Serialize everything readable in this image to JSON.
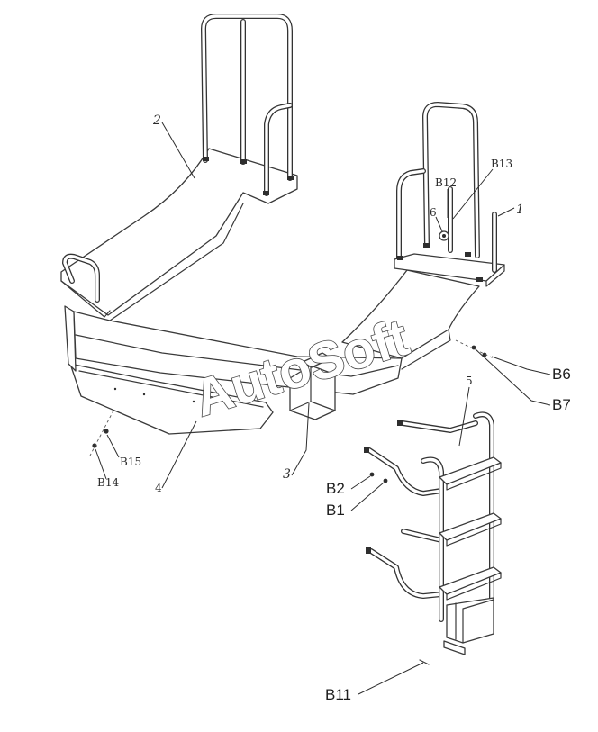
{
  "watermark": "AutoSoft",
  "callouts": {
    "p1": "1",
    "p2": "2",
    "p3": "3",
    "p4": "4",
    "p5": "5",
    "p6": "6",
    "b1": "B1",
    "b2": "B2",
    "b6": "B6",
    "b7": "B7",
    "b11": "B11",
    "b12": "B12",
    "b13": "B13",
    "b14": "B14",
    "b15": "B15"
  },
  "colors": {
    "line": "#333333",
    "background": "#ffffff"
  }
}
